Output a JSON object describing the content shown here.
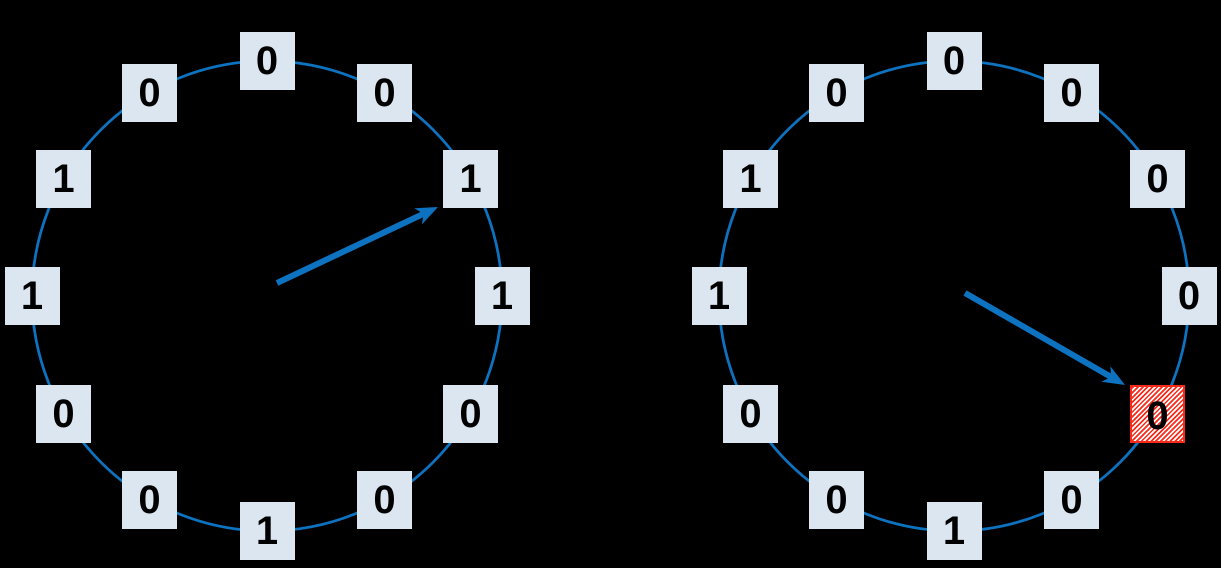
{
  "colors": {
    "background": "#000000",
    "ring_blue": "#0d72c0",
    "arrow_blue": "#0d72c0",
    "cell_fill": "#dce6f1",
    "cell_text": "#000000",
    "victim_hatch_red": "#fa2a1b",
    "victim_hatch_bg": "#ffffff"
  },
  "left_ring": {
    "description": "clock-ring-before",
    "cells": [
      "0",
      "0",
      "1",
      "1",
      "0",
      "0",
      "1",
      "0",
      "0",
      "1",
      "1",
      "0"
    ],
    "pointer_position_oclock": 2
  },
  "right_ring": {
    "description": "clock-ring-after",
    "cells": [
      "0",
      "0",
      "0",
      "0",
      "0",
      "0",
      "1",
      "0",
      "0",
      "1",
      "1",
      "0"
    ],
    "pointer_position_oclock": 4,
    "selected_cell_oclock": 4
  }
}
